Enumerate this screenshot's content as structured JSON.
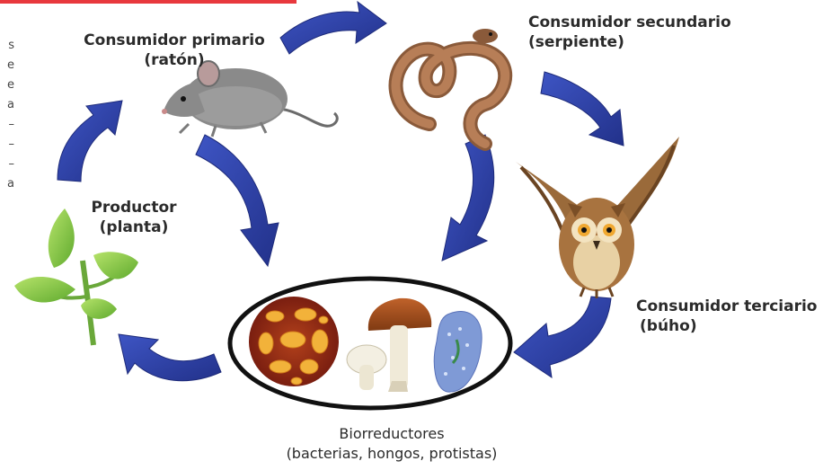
{
  "header_rule_color": "#e8383d",
  "arrow_color": "#2d3fa6",
  "left_text_fragments": [
    "s",
    "e",
    "e",
    "a",
    "–",
    "–",
    "–",
    "a"
  ],
  "nodes": {
    "primary": {
      "line1": "Consumidor primario",
      "line2": "(ratón)"
    },
    "secondary": {
      "line1": "Consumidor secundario",
      "line2": "(serpiente)"
    },
    "tertiary": {
      "line1": "Consumidor terciario",
      "line2": "(búho)"
    },
    "producer": {
      "line1": "Productor",
      "line2": "(planta)"
    },
    "decomposers": {
      "line1": "Biorreductores",
      "line2": "(bacterias, hongos, protistas)"
    }
  },
  "icons": [
    "mouse-illustration",
    "snake-illustration",
    "owl-illustration",
    "plant-illustration",
    "bacteria-illustration",
    "mushroom-illustration",
    "protist-illustration"
  ]
}
